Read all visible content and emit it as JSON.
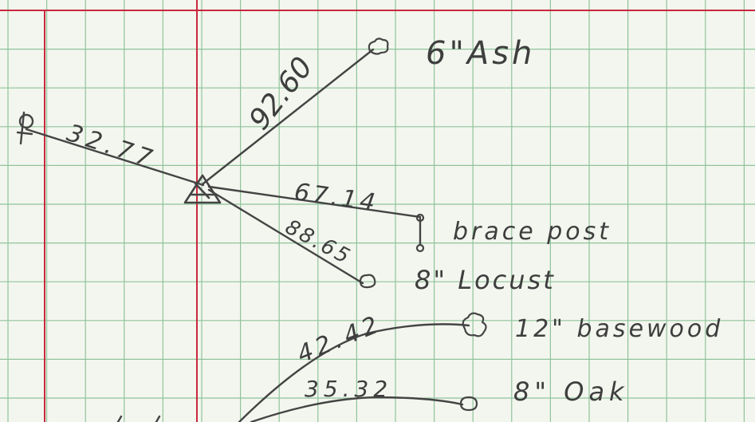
{
  "colors": {
    "paper": "#f3f6ee",
    "grid": "#8fc39b",
    "margin_line": "#c8283c",
    "ink": "#444444"
  },
  "diagram": {
    "station_icon": "transit-triangle-icon",
    "labels": {
      "ash_tree": "6\"Ash",
      "brace_post": "brace post",
      "locust_tree": "8\" Locust",
      "basswood_tree": "12\" basewood",
      "oak_tree": "8\" Oak"
    },
    "distances": {
      "ash": "92.60",
      "corner_pin": "32.77",
      "brace_post": "67.14",
      "locust": "88.65",
      "basswood": "42.42",
      "oak": "35.32"
    }
  }
}
